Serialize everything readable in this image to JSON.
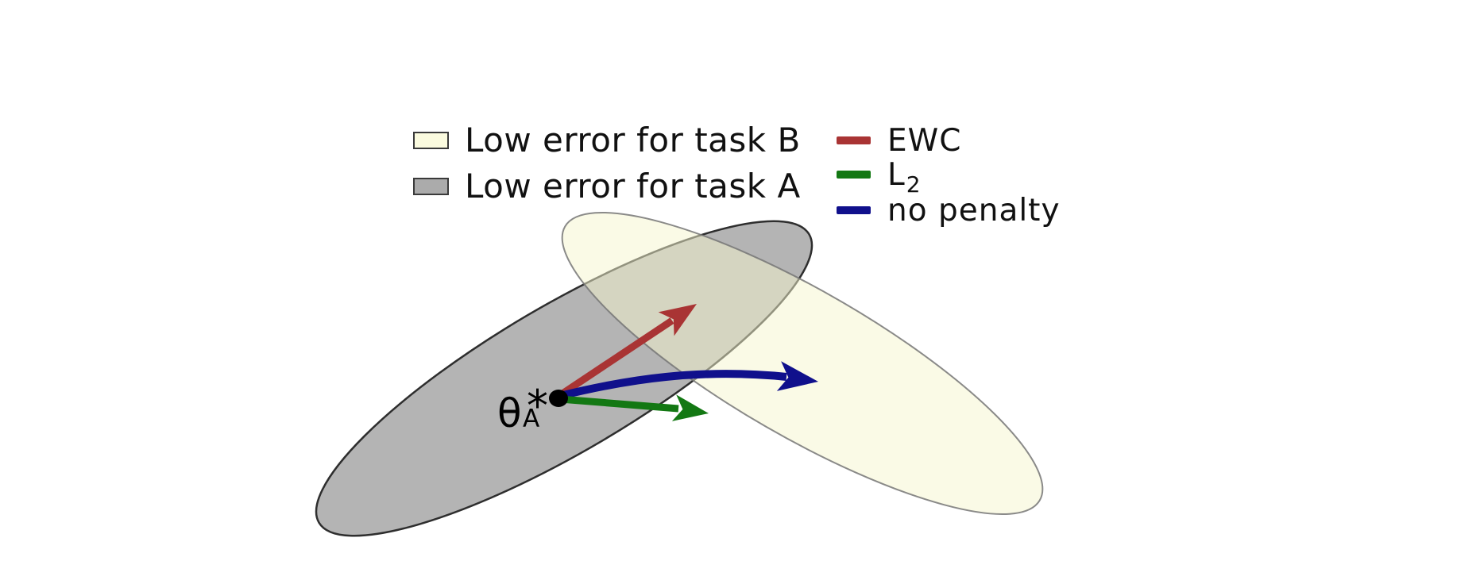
{
  "figure": {
    "description": "Parameter space schematic with two low-error regions and three update-direction arrows",
    "background": "#ffffff",
    "point": {
      "symbol": "θ",
      "subscript": "A",
      "superscript": "*",
      "color": "#000000"
    }
  },
  "region_legend": {
    "items": [
      {
        "label": "Low error for task B",
        "swatch_color": "#fbfbdf",
        "swatch_border": "#3a3a3a"
      },
      {
        "label": "Low error for task A",
        "swatch_color": "#ababab",
        "swatch_border": "#3a3a3a"
      }
    ]
  },
  "arrow_legend": {
    "items": [
      {
        "label": "EWC",
        "color": "#a93434"
      },
      {
        "label": "L",
        "subscript": "2",
        "color": "#137813"
      },
      {
        "label": "no penalty",
        "color": "#10108c"
      }
    ]
  },
  "regions": [
    {
      "name": "low-error-task-a",
      "fill": "#b4b4b4",
      "stroke": "#2e2e2e"
    },
    {
      "name": "low-error-task-b",
      "fill": "rgba(245,245,205,0.5)",
      "stroke": "rgba(118,118,118,0.85)"
    }
  ],
  "arrows": [
    {
      "name": "ewc",
      "color": "#a93434"
    },
    {
      "name": "l2",
      "color": "#137813"
    },
    {
      "name": "no-penalty",
      "color": "#10108c"
    }
  ]
}
